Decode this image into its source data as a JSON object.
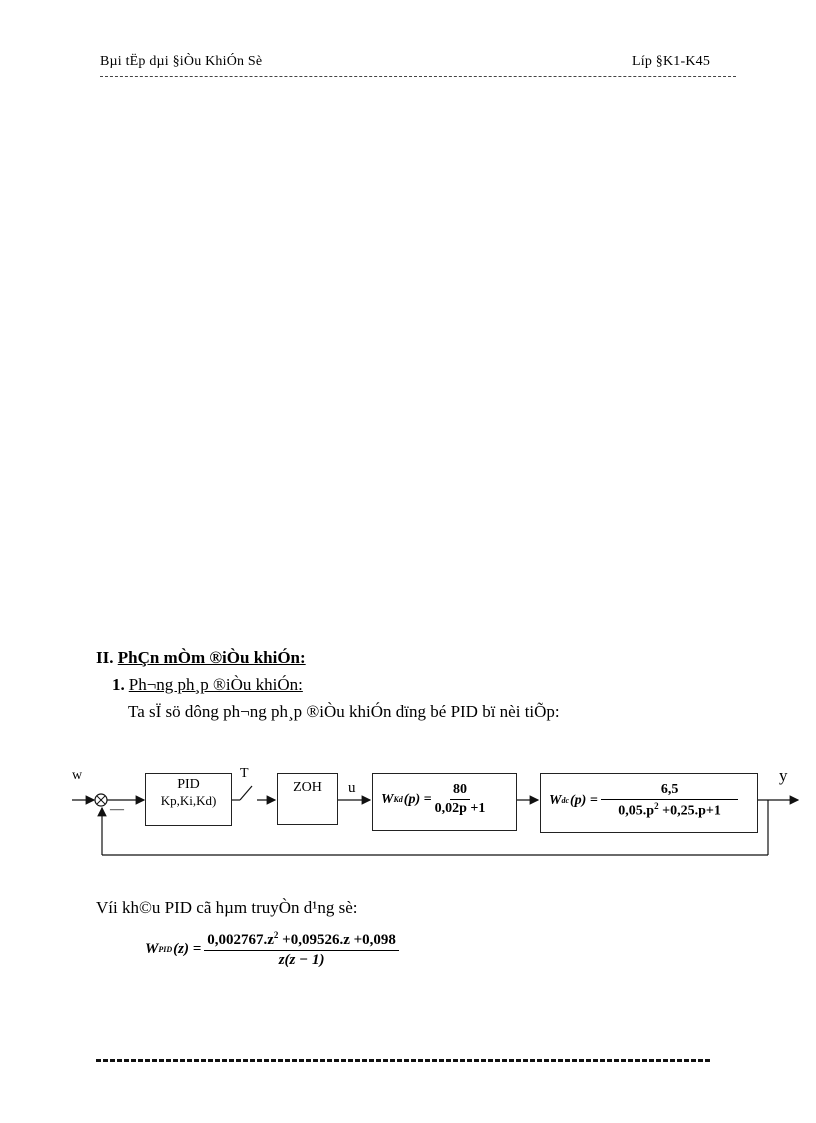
{
  "header": {
    "left": "Bµi tËp dµi §iÒu KhiÓn Sè",
    "right": "Líp §K1-K45"
  },
  "section": {
    "numeral": "II.",
    "title": "PhÇn mÒm ®iÒu khiÓn:",
    "subsection": {
      "number": "1.",
      "title": "Ph­¬ng  ph¸p ®iÒu khiÓn:"
    },
    "paragraph": "Ta sÏ sö dông ph­¬ng  ph¸p ®iÒu khiÓn  dïng bé PID bï nèi tiÕp:"
  },
  "block_diagram": {
    "input_label": "w",
    "summing_sign": "—",
    "pid_block": {
      "line1": "PID",
      "line2": "Kp,Ki,Kd)"
    },
    "sampler_label": "T",
    "zoh_block": "ZOH",
    "control_signal": "u",
    "plant1": {
      "lhs": "W",
      "sub": "Kd",
      "arg": "(p) =",
      "numerator": "80",
      "denominator": "0,02p +1"
    },
    "plant2": {
      "lhs": "W",
      "sub": "dc",
      "arg": "(p) =",
      "numerator": "6,5",
      "denominator_a": "0,05.p",
      "denominator_sup": "2",
      "denominator_b": " +0,25.p+1"
    },
    "output_label": "y"
  },
  "pid_text": "Víi kh©u PID cã hµm truyÒn d¹ng sè:",
  "pid_formula": {
    "lhs": "W",
    "sub": "PID",
    "arg": "(z) =",
    "numerator_a": "0,002767.z",
    "numerator_sup": "2",
    "numerator_b": " +0,09526.z +0,098",
    "denominator": "z(z − 1)"
  }
}
